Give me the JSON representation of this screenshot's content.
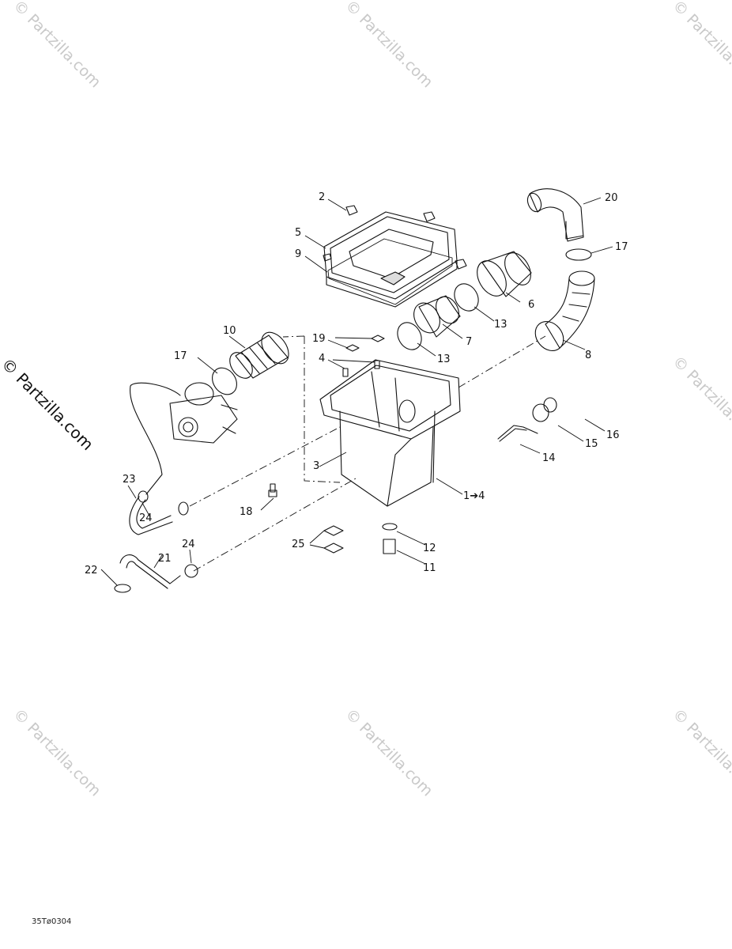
{
  "diagram": {
    "watermark": "© Partzilla.com",
    "code": "35Tø0304",
    "callouts": [
      "2",
      "5",
      "9",
      "20",
      "17",
      "6",
      "13",
      "7",
      "13",
      "8",
      "10",
      "19",
      "4",
      "17",
      "3",
      "1➔4",
      "16",
      "15",
      "14",
      "23",
      "24",
      "18",
      "25",
      "12",
      "11",
      "24",
      "21",
      "22"
    ]
  }
}
